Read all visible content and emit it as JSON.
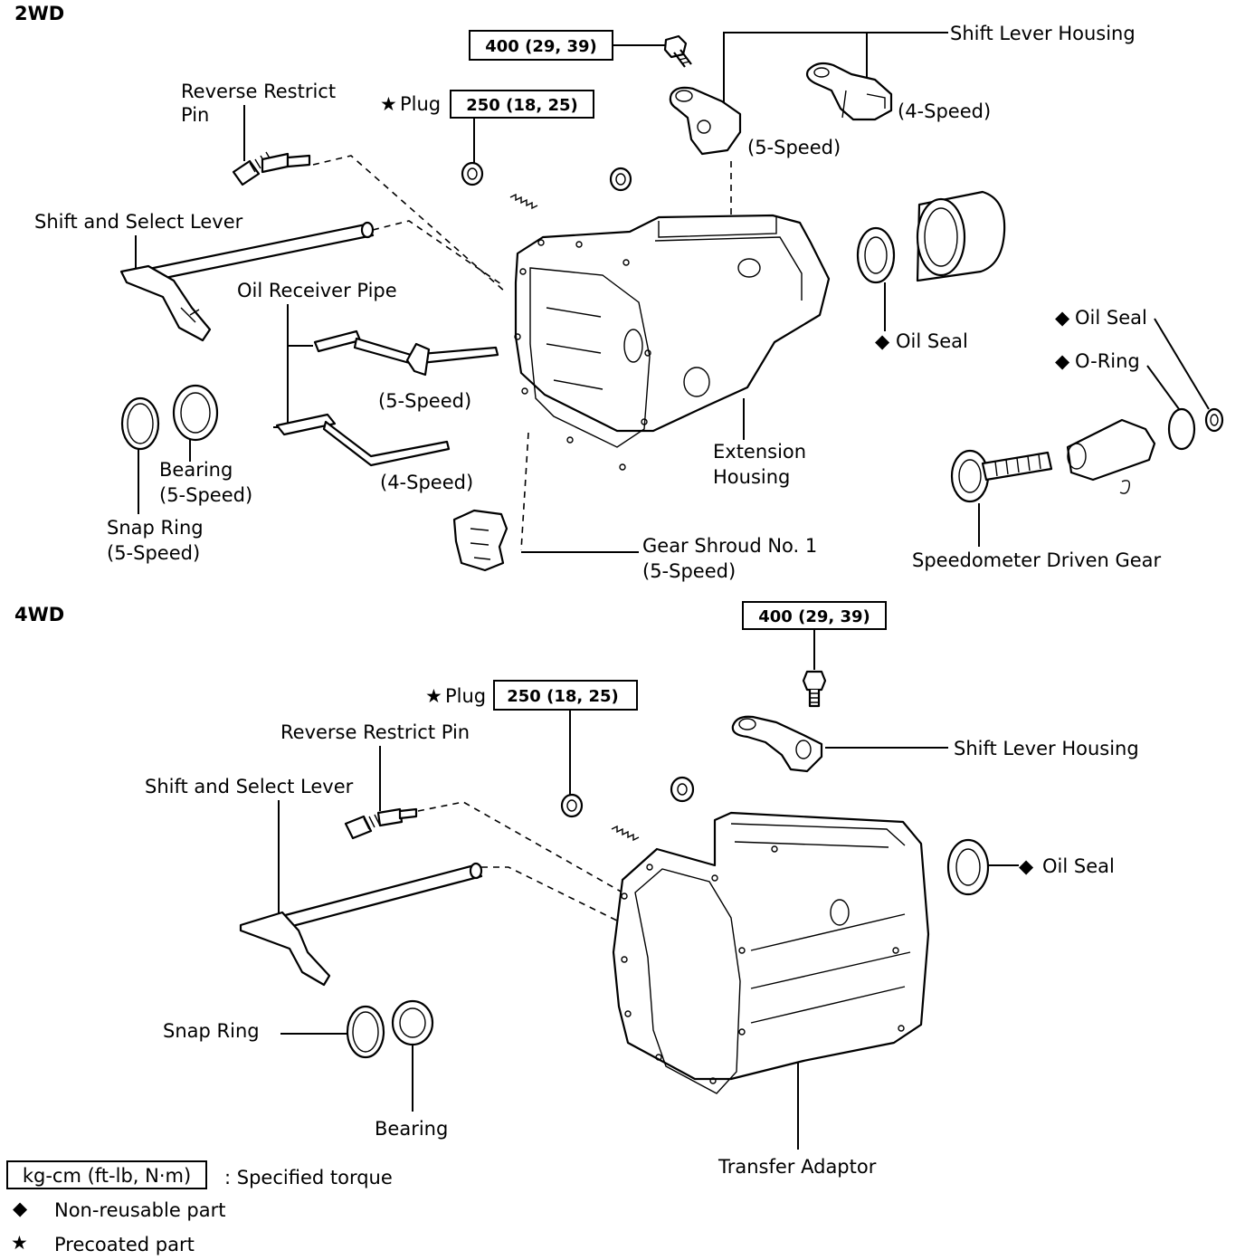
{
  "sections": {
    "two_wd": "2WD",
    "four_wd": "4WD"
  },
  "labels_2wd": {
    "torque_bolt": "400 (29, 39)",
    "plug": "Plug",
    "plug_torque": "250 (18, 25)",
    "shift_lever_housing": "Shift Lever Housing",
    "four_speed_a": "(4-Speed)",
    "five_speed_a": "(5-Speed)",
    "reverse_restrict_pin_1": "Reverse Restrict",
    "reverse_restrict_pin_2": "Pin",
    "shift_select_lever": "Shift and Select Lever",
    "oil_receiver_pipe": "Oil Receiver Pipe",
    "five_speed_b": "(5-Speed)",
    "four_speed_b": "(4-Speed)",
    "oil_seal_a": "Oil Seal",
    "oil_seal_b": "Oil Seal",
    "o_ring": "O-Ring",
    "bearing_1": "Bearing",
    "bearing_2": "(5-Speed)",
    "snap_ring_1": "Snap Ring",
    "snap_ring_2": "(5-Speed)",
    "extension_housing_1": "Extension",
    "extension_housing_2": "Housing",
    "gear_shroud_1": "Gear Shroud No. 1",
    "gear_shroud_2": "(5-Speed)",
    "speedometer_driven_gear": "Speedometer Driven Gear"
  },
  "labels_4wd": {
    "torque_bolt": "400 (29, 39)",
    "plug": "Plug",
    "plug_torque": "250 (18, 25)",
    "reverse_restrict_pin": "Reverse Restrict Pin",
    "shift_select_lever": "Shift and Select Lever",
    "shift_lever_housing": "Shift Lever Housing",
    "oil_seal": "Oil Seal",
    "snap_ring": "Snap Ring",
    "bearing": "Bearing",
    "transfer_adaptor": "Transfer Adaptor"
  },
  "legend": {
    "torque_unit": "kg-cm (ft-lb, N·m)",
    "torque_desc": ":  Specified torque",
    "non_reusable": "Non-reusable part",
    "precoated": "Precoated part"
  },
  "symbols": {
    "diamond": "◆",
    "star": "★"
  }
}
